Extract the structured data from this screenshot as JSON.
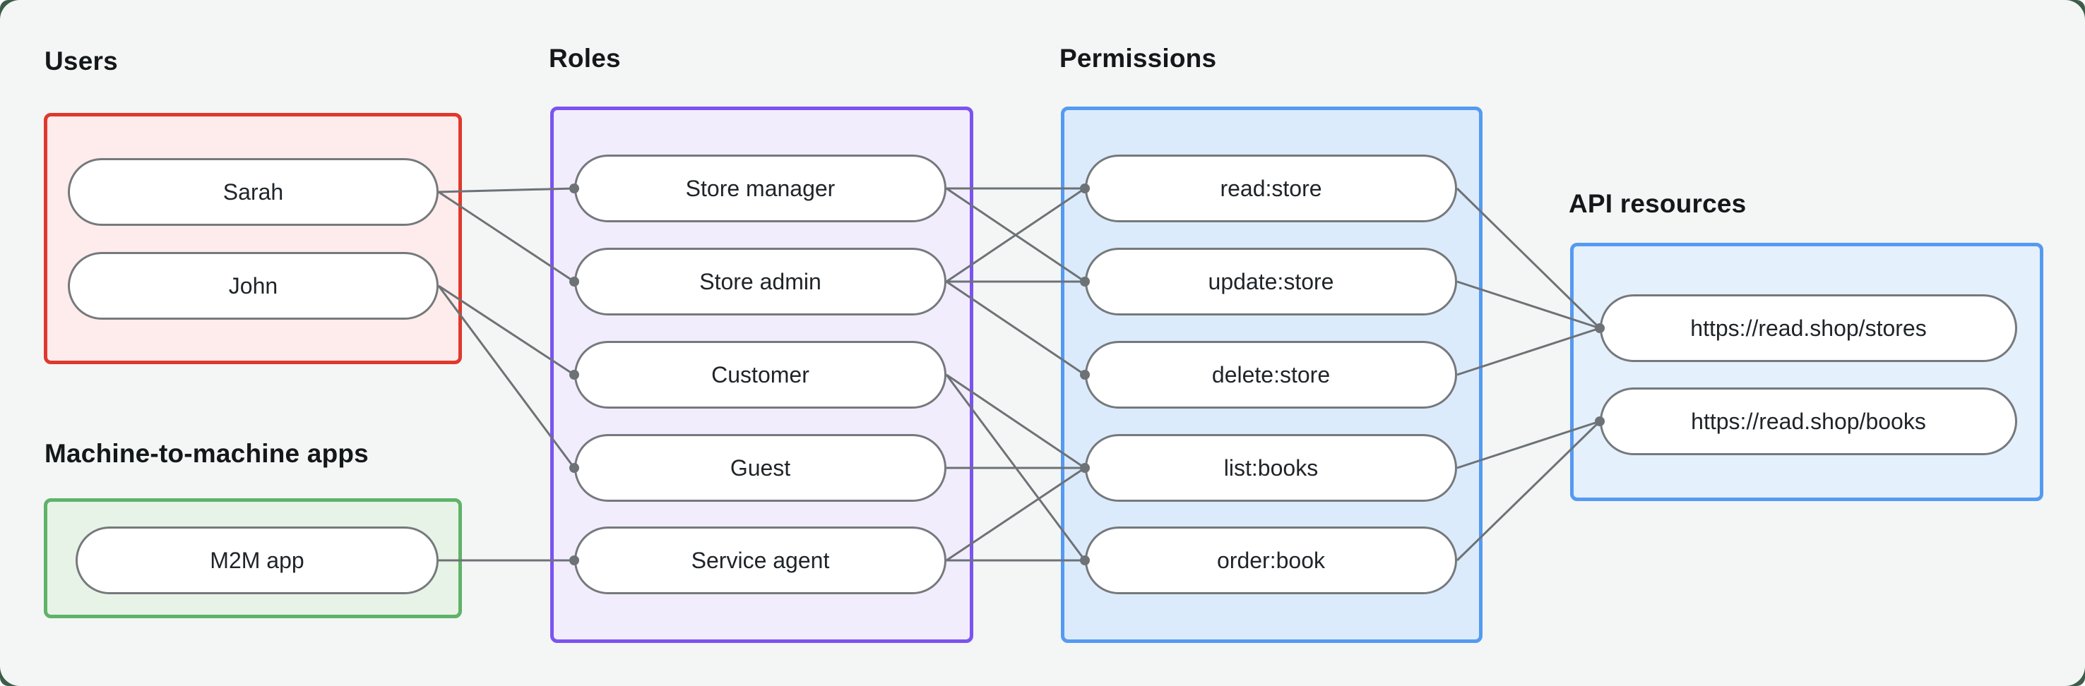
{
  "page": {
    "background": "#ffffff",
    "corner_accent_color": "#3c5d4a",
    "canvas_background": "#f3f6f4"
  },
  "diagram": {
    "node_style": {
      "border_color": "#75797c",
      "fill": "#ffffff",
      "text_color": "#1f2428"
    },
    "edge_style": {
      "color": "#6d7276",
      "dot_radius": 7,
      "stroke_width": 3
    },
    "sections": [
      {
        "id": "users",
        "label": "Users",
        "border_color": "#e0382d",
        "fill_color": "#fdeceb",
        "nodes": [
          {
            "id": "sarah",
            "label": "Sarah"
          },
          {
            "id": "john",
            "label": "John"
          }
        ]
      },
      {
        "id": "m2m",
        "label": "Machine-to-machine apps",
        "border_color": "#5fb369",
        "fill_color": "#e8f3e7",
        "nodes": [
          {
            "id": "m2m-app",
            "label": "M2M app"
          }
        ]
      },
      {
        "id": "roles",
        "label": "Roles",
        "border_color": "#7b53f1",
        "fill_color": "#f2edfc",
        "nodes": [
          {
            "id": "store-manager",
            "label": "Store manager"
          },
          {
            "id": "store-admin",
            "label": "Store admin"
          },
          {
            "id": "customer",
            "label": "Customer"
          },
          {
            "id": "guest",
            "label": "Guest"
          },
          {
            "id": "service-agent",
            "label": "Service agent"
          }
        ]
      },
      {
        "id": "permissions",
        "label": "Permissions",
        "border_color": "#559af2",
        "fill_color": "#dcebfb",
        "nodes": [
          {
            "id": "read-store",
            "label": "read:store"
          },
          {
            "id": "update-store",
            "label": "update:store"
          },
          {
            "id": "delete-store",
            "label": "delete:store"
          },
          {
            "id": "list-books",
            "label": "list:books"
          },
          {
            "id": "order-book",
            "label": "order:book"
          }
        ]
      },
      {
        "id": "api",
        "label": "API resources",
        "border_color": "#559af2",
        "fill_color": "#e4f0fc",
        "nodes": [
          {
            "id": "stores",
            "label": "https://read.shop/stores"
          },
          {
            "id": "books",
            "label": "https://read.shop/books"
          }
        ]
      }
    ],
    "edges": [
      [
        "sarah",
        "store-manager"
      ],
      [
        "sarah",
        "store-admin"
      ],
      [
        "john",
        "customer"
      ],
      [
        "john",
        "guest"
      ],
      [
        "m2m-app",
        "service-agent"
      ],
      [
        "store-manager",
        "read-store"
      ],
      [
        "store-manager",
        "update-store"
      ],
      [
        "store-admin",
        "read-store"
      ],
      [
        "store-admin",
        "update-store"
      ],
      [
        "store-admin",
        "delete-store"
      ],
      [
        "customer",
        "list-books"
      ],
      [
        "customer",
        "order-book"
      ],
      [
        "guest",
        "list-books"
      ],
      [
        "service-agent",
        "list-books"
      ],
      [
        "service-agent",
        "order-book"
      ],
      [
        "read-store",
        "stores"
      ],
      [
        "update-store",
        "stores"
      ],
      [
        "delete-store",
        "stores"
      ],
      [
        "list-books",
        "books"
      ],
      [
        "order-book",
        "books"
      ]
    ]
  }
}
